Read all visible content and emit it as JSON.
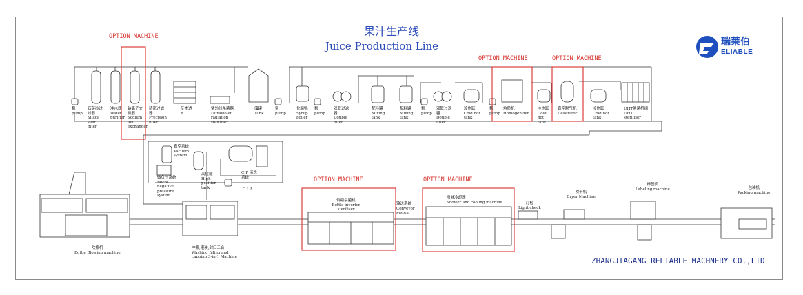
{
  "title": {
    "cn": "果汁生产线",
    "en": "Juice Production Line"
  },
  "logo": {
    "cn": "瑞莱伯",
    "en": "ELIABLE"
  },
  "option_label": "OPTION MACHINE",
  "company": "ZHANGJIAGANG RELIABLE MACHNERY CO.,LTD",
  "top_labels": [
    {
      "cn": "泵",
      "en": "pump"
    },
    {
      "cn": "石英砂过滤器",
      "en": "Sillica sand filter"
    },
    {
      "cn": "净水器",
      "en": "Water purifier"
    },
    {
      "cn": "钠离子交换器",
      "en": "Sodium ion exchanger"
    },
    {
      "cn": "精密过滤器",
      "en": "Precision filter"
    },
    {
      "cn": "反渗透",
      "en": "R.O."
    },
    {
      "cn": "紫外线杀菌器",
      "en": "Ultraviolet radiation steriliser"
    },
    {
      "cn": "储罐",
      "en": "Tank"
    },
    {
      "cn": "泵",
      "en": "pump"
    },
    {
      "cn": "化糖锅",
      "en": "Syrup boiler"
    },
    {
      "cn": "泵",
      "en": "pump"
    },
    {
      "cn": "双联过滤器",
      "en": "Double filter"
    },
    {
      "cn": "配料罐",
      "en": "Mixing tank"
    },
    {
      "cn": "配料罐",
      "en": "Mixing tank"
    },
    {
      "cn": "泵",
      "en": "pump"
    },
    {
      "cn": "双联过滤器",
      "en": "Double filter"
    },
    {
      "cn": "冷热缸",
      "en": "Cold hot tank"
    },
    {
      "cn": "泵",
      "en": "pump"
    },
    {
      "cn": "均质机",
      "en": "Homogenizer"
    },
    {
      "cn": "冷热缸",
      "en": "Cold hot tank"
    },
    {
      "cn": "真空脱气机",
      "en": "Deaerator"
    },
    {
      "cn": "冷热缸",
      "en": "Cold hot tank"
    },
    {
      "cn": "UHT杀菌机组",
      "en": "UHT steriliser"
    }
  ],
  "mid_labels": {
    "vacuum": {
      "cn": "真空系统",
      "en": "Vacuum system"
    },
    "micro": {
      "cn": "微负压系统",
      "en": "Micro negative pressure system"
    },
    "high": {
      "cn": "高位罐",
      "en": "High position tank"
    },
    "cip_sys": {
      "cn": "CIP 清洗系统",
      "en": ""
    },
    "cip": {
      "cn": "",
      "en": "C.I.P"
    }
  },
  "bottom_labels": {
    "blowing": {
      "cn": "吹瓶机",
      "en": "Bottle Blowing machine"
    },
    "filling": {
      "cn": "冲瓶,灌装,封口三合一",
      "en": "Washing filling and capping 3-in-1 Machine"
    },
    "inverter": {
      "cn": "倒瓶杀菌机",
      "en": "Bottle inverter steriliser"
    },
    "conveyor": {
      "cn": "输送系统",
      "en": "Conveyor system"
    },
    "shower": {
      "cn": "喷淋冷却器",
      "en": "Shower and cooling machine"
    },
    "light": {
      "cn": "灯检",
      "en": "Light check"
    },
    "dryer": {
      "cn": "吹干机",
      "en": "Dryer Machine"
    },
    "labeling": {
      "cn": "标签机",
      "en": "Labeling machine"
    },
    "packing": {
      "cn": "包装机",
      "en": "Packing machine"
    }
  }
}
